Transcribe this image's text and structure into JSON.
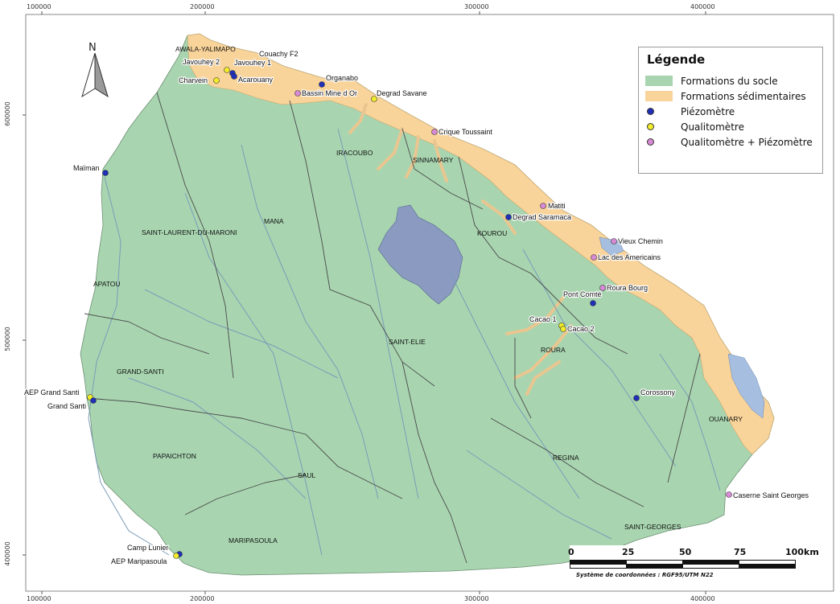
{
  "coords": {
    "top": [
      "100000",
      "200000",
      "300000",
      "400000"
    ],
    "bottom": [
      "100000",
      "200000",
      "300000",
      "400000"
    ],
    "left": [
      "600000",
      "500000",
      "400000"
    ]
  },
  "north_letter": "N",
  "legend": {
    "title": "Légende",
    "items": [
      {
        "label": "Formations du socle",
        "kind": "swatch",
        "color": "#a8d5b0"
      },
      {
        "label": "Formations sédimentaires",
        "kind": "swatch",
        "color": "#f9d49a"
      },
      {
        "label": "Piézomètre",
        "kind": "dot",
        "color": "#1f2fb8"
      },
      {
        "label": "Qualitomètre",
        "kind": "dot",
        "color": "#f2ec2a"
      },
      {
        "label": "Qualitomètre + Piézomètre",
        "kind": "dot",
        "color": "#d98ad6"
      }
    ]
  },
  "scale": {
    "labels": [
      "0",
      "25",
      "50",
      "75",
      "100",
      "km"
    ],
    "crs": "Système de coordonnées : RGF95/UTM N22"
  },
  "communes": [
    "AWALA-YALIMAPO",
    "IRACOUBO",
    "SINNAMARY",
    "MANA",
    "SAINT-LAURENT-DU-MARONI",
    "APATOU",
    "KOUROU",
    "SAINT-ELIE",
    "ROURA",
    "GRAND-SANTI",
    "PAPAICHTON",
    "SAUL",
    "REGINA",
    "OUANARY",
    "MARIPASOULA",
    "SAINT-GEORGES"
  ],
  "stations": [
    {
      "name": "Couachy F2",
      "type": "none"
    },
    {
      "name": "Javouhey 2",
      "type": "qualitometre"
    },
    {
      "name": "Javouhey 1",
      "type": "piezometre"
    },
    {
      "name": "Charvein",
      "type": "qualitometre"
    },
    {
      "name": "Acarouany",
      "type": "piezometre"
    },
    {
      "name": "Organabo",
      "type": "piezometre"
    },
    {
      "name": "Bassin Mine d Or",
      "type": "both"
    },
    {
      "name": "Degrad Savane",
      "type": "qualitometre"
    },
    {
      "name": "Crique Toussaint",
      "type": "both"
    },
    {
      "name": "Maïman",
      "type": "piezometre"
    },
    {
      "name": "Matiti",
      "type": "both"
    },
    {
      "name": "Degrad Saramaca",
      "type": "piezometre"
    },
    {
      "name": "Vieux Chemin",
      "type": "both"
    },
    {
      "name": "Lac des Americains",
      "type": "both"
    },
    {
      "name": "Roura Bourg",
      "type": "both"
    },
    {
      "name": "Pont Comté",
      "type": "piezometre"
    },
    {
      "name": "Cacao 1",
      "type": "qualitometre"
    },
    {
      "name": "Cacao 2",
      "type": "qualitometre"
    },
    {
      "name": "AEP Grand Santi",
      "type": "qualitometre"
    },
    {
      "name": "Grand Santi",
      "type": "piezometre"
    },
    {
      "name": "Corossony",
      "type": "piezometre"
    },
    {
      "name": "Caserne Saint Georges",
      "type": "both"
    },
    {
      "name": "Camp Lunier",
      "type": "piezometre"
    },
    {
      "name": "AEP Maripasoula",
      "type": "qualitometre"
    }
  ]
}
